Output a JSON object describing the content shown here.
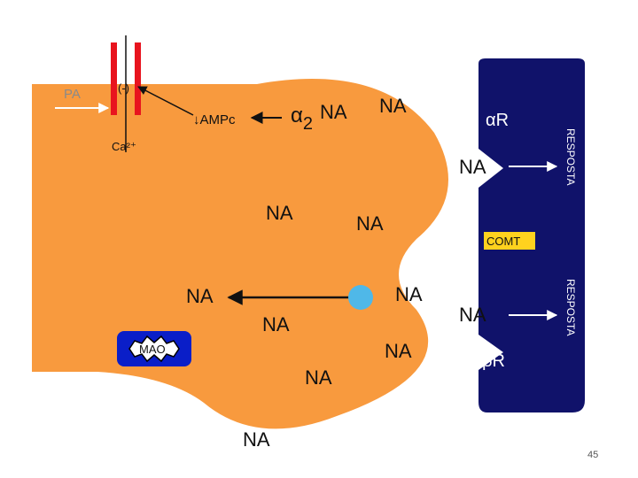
{
  "colors": {
    "terminal": "#F89A3E",
    "postsynaptic": "#10126A",
    "channel": "#E8141E",
    "mao_fill": "#0A1EC8",
    "comt_box": "#FFD21E",
    "transporter": "#4FB8E8",
    "arrow": "#111111",
    "white": "#FFFFFF"
  },
  "labels": {
    "pa": "PA",
    "inhibit": "(-)",
    "camp": "↓AMPc",
    "ca": "Ca²⁺",
    "alpha2": "α",
    "alpha2_sub": "2",
    "na_alpha2": "NA",
    "na_cleft_top": "NA",
    "alpha_r": "αR",
    "na_alpha_r": "NA",
    "resposta_top": "RESPOSTA",
    "na_vesicle_left": "NA",
    "na_vesicle_right": "NA",
    "comt": "COMT",
    "na_cyto": "NA",
    "na_transporter": "NA",
    "na_middle": "NA",
    "mao": "MAO",
    "na_beta_r": "NA",
    "resposta_bottom": "RESPOSTA",
    "na_cleft_bottom": "NA",
    "beta_r": "βR",
    "na_lower": "NA",
    "na_bottom": "NA",
    "page_number": "45"
  }
}
